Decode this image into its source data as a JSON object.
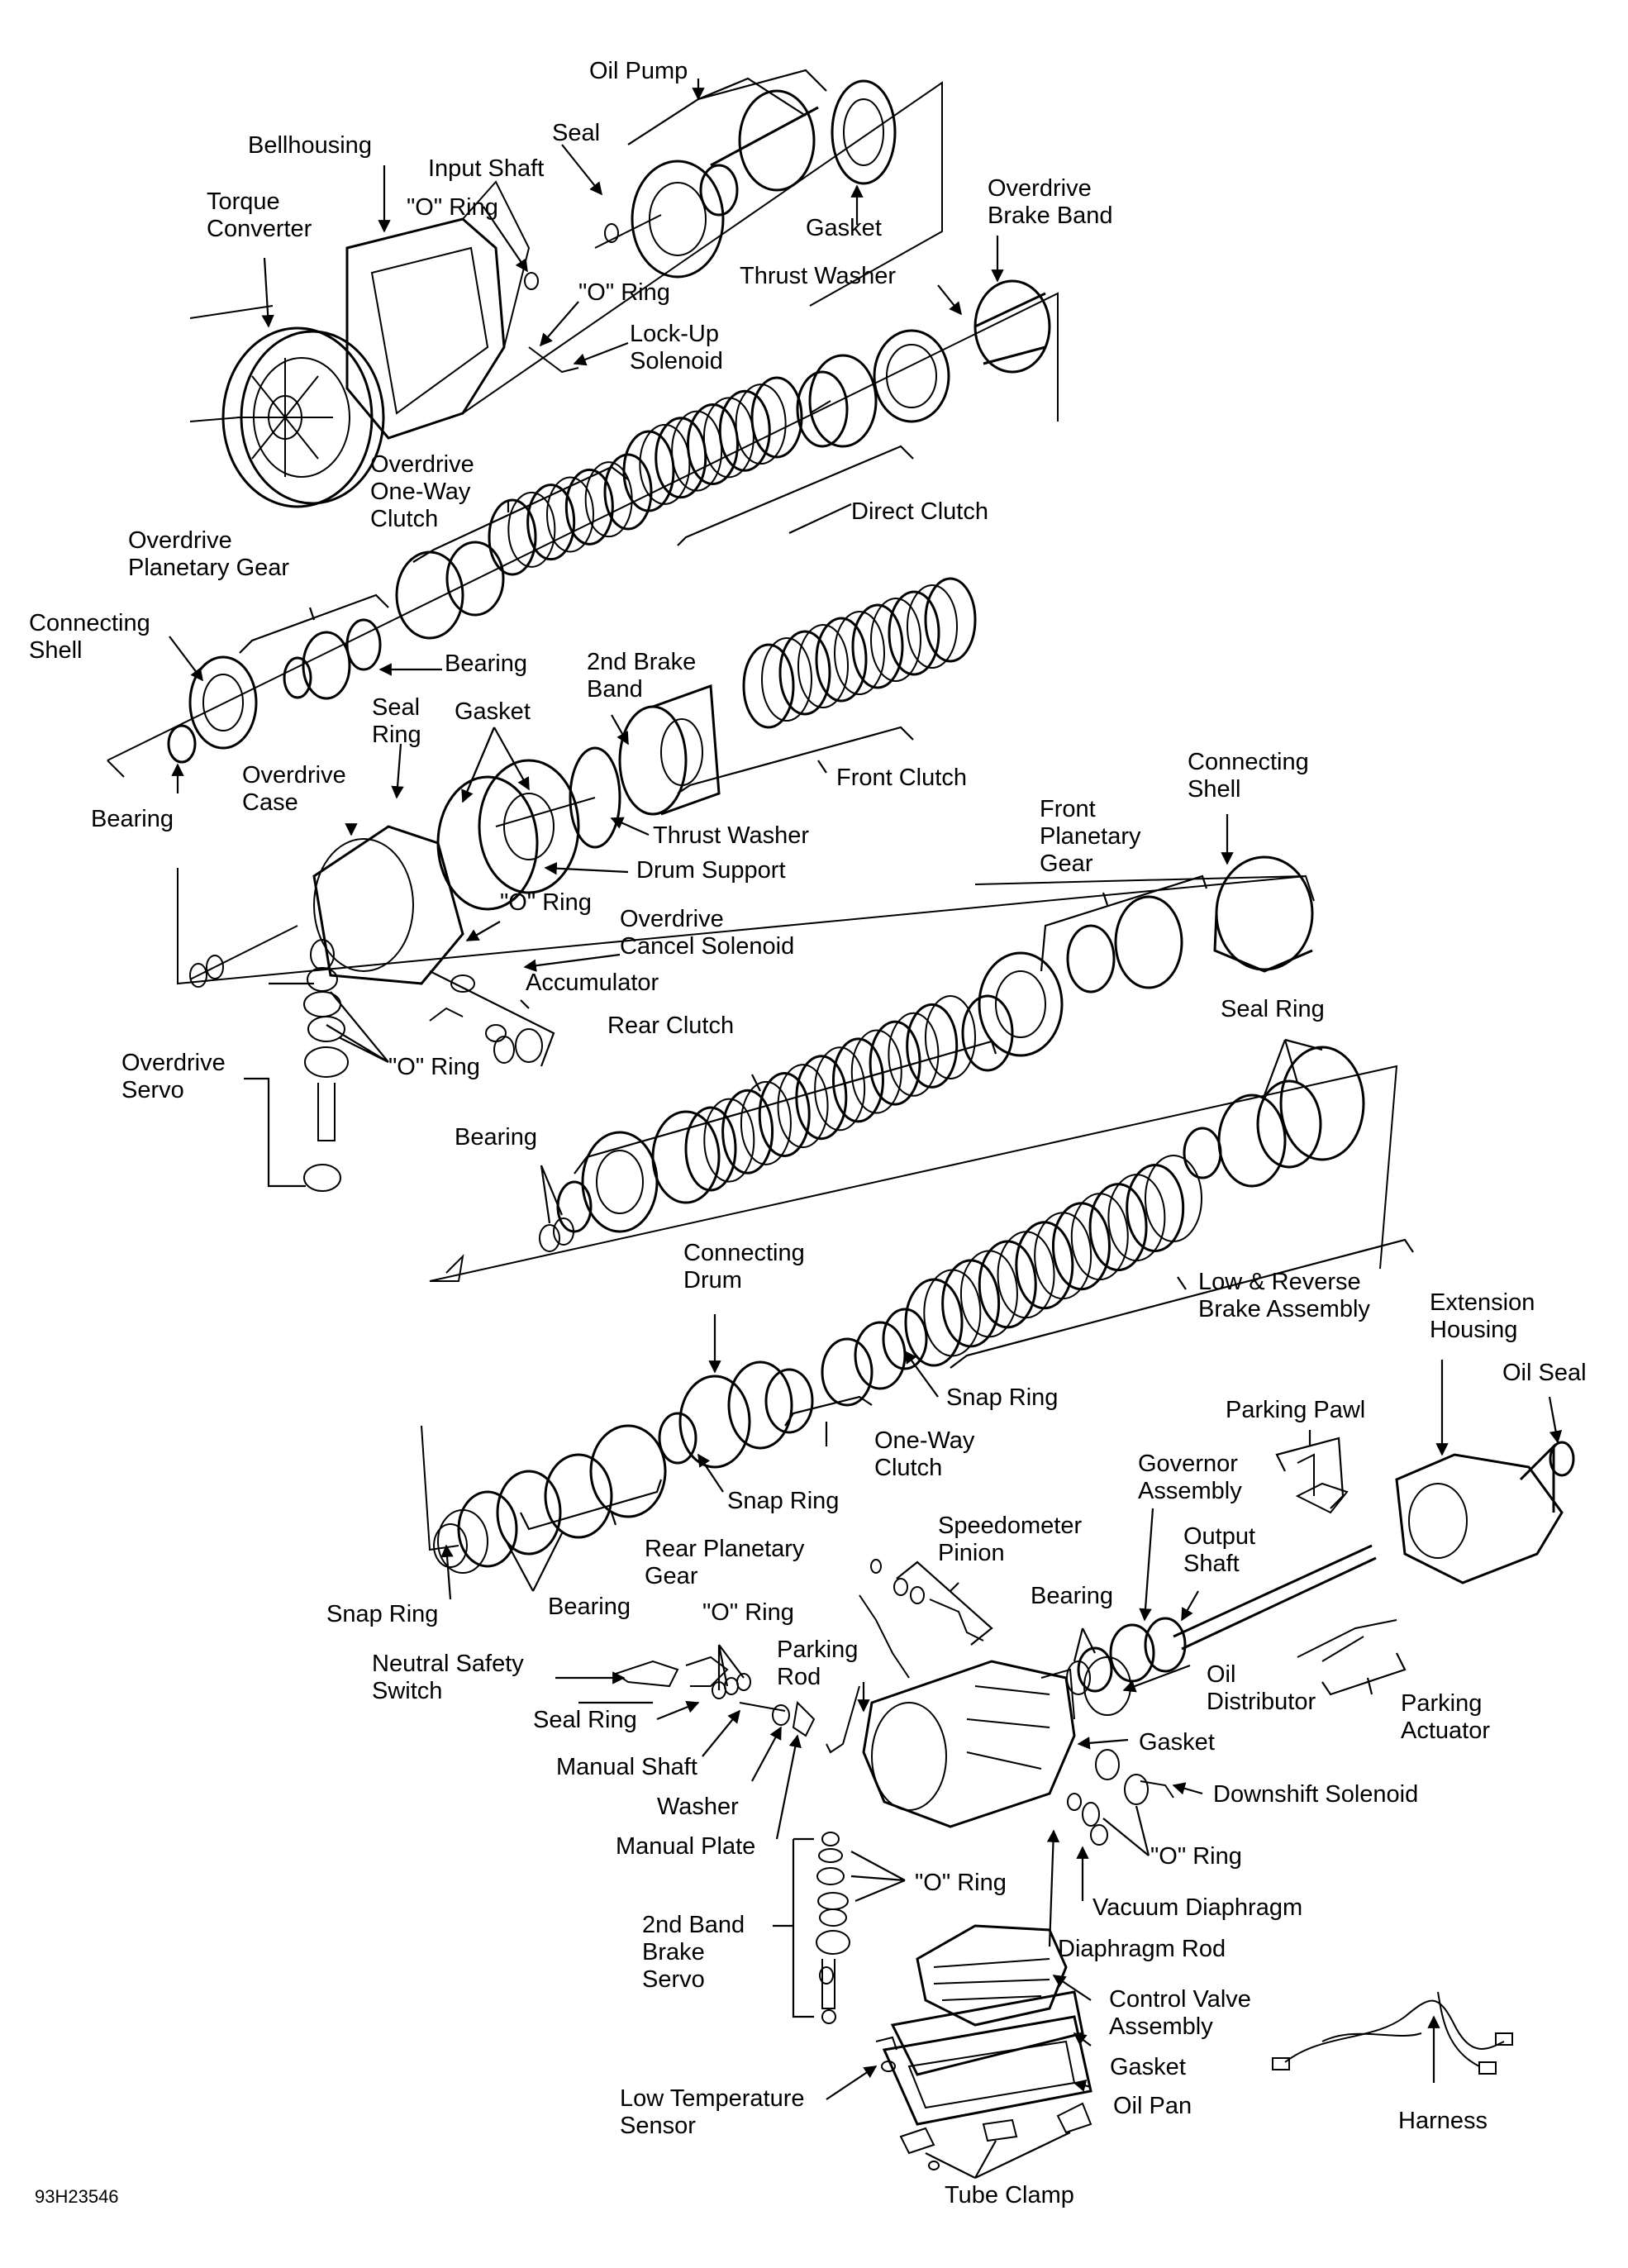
{
  "figure_code": "93H23546",
  "labels": {
    "oil_pump": "Oil Pump",
    "seal": "Seal",
    "bellhousing": "Bellhousing",
    "input_shaft": "Input Shaft",
    "o_ring_1": "\"O\" Ring",
    "torque_converter": "Torque\nConverter",
    "gasket_1": "Gasket",
    "overdrive_brake_band": "Overdrive\nBrake Band",
    "thrust_washer_1": "Thrust Washer",
    "o_ring_2": "\"O\" Ring",
    "lockup_solenoid": "Lock-Up\nSolenoid",
    "overdrive_one_way_clutch": "Overdrive\nOne-Way\nClutch",
    "direct_clutch": "Direct Clutch",
    "overdrive_planetary_gear": "Overdrive\nPlanetary Gear",
    "connecting_shell_1": "Connecting\nShell",
    "bearing_1": "Bearing",
    "second_brake_band": "2nd Brake\nBand",
    "seal_ring_1": "Seal\nRing",
    "gasket_2": "Gasket",
    "front_clutch": "Front Clutch",
    "bearing_2": "Bearing",
    "overdrive_case": "Overdrive\nCase",
    "thrust_washer_2": "Thrust Washer",
    "drum_support": "Drum Support",
    "connecting_shell_2": "Connecting\nShell",
    "front_planetary_gear": "Front\nPlanetary\nGear",
    "o_ring_3": "\"O\" Ring",
    "overdrive_cancel_solenoid": "Overdrive\nCancel Solenoid",
    "accumulator": "Accumulator",
    "rear_clutch": "Rear Clutch",
    "seal_ring_2": "Seal Ring",
    "overdrive_servo": "Overdrive\nServo",
    "o_ring_4": "\"O\" Ring",
    "bearing_3": "Bearing",
    "connecting_drum": "Connecting\nDrum",
    "low_reverse_brake": "Low & Reverse\nBrake Assembly",
    "extension_housing": "Extension\nHousing",
    "oil_seal": "Oil Seal",
    "snap_ring_1": "Snap Ring",
    "parking_pawl": "Parking Pawl",
    "one_way_clutch": "One-Way\nClutch",
    "snap_ring_2": "Snap Ring",
    "governor_assembly": "Governor\nAssembly",
    "output_shaft": "Output\nShaft",
    "rear_planetary_gear": "Rear Planetary\nGear",
    "speedometer_pinion": "Speedometer\nPinion",
    "snap_ring_3": "Snap Ring",
    "bearing_4": "Bearing",
    "bearing_5": "Bearing",
    "o_ring_5": "\"O\" Ring",
    "neutral_safety_switch": "Neutral Safety\nSwitch",
    "parking_rod": "Parking\nRod",
    "oil_distributor": "Oil\nDistributor",
    "parking_actuator": "Parking\nActuator",
    "seal_ring_3": "Seal Ring",
    "gasket_3": "Gasket",
    "manual_shaft": "Manual Shaft",
    "downshift_solenoid": "Downshift Solenoid",
    "washer": "Washer",
    "o_ring_6": "\"O\" Ring",
    "manual_plate": "Manual Plate",
    "vacuum_diaphragm": "Vacuum Diaphragm",
    "o_ring_7": "\"O\" Ring",
    "second_band_brake_servo": "2nd Band\nBrake\nServo",
    "diaphragm_rod": "Diaphragm Rod",
    "control_valve_assembly": "Control Valve\nAssembly",
    "gasket_4": "Gasket",
    "oil_pan": "Oil Pan",
    "harness": "Harness",
    "low_temperature_sensor": "Low Temperature\nSensor",
    "tube_clamp": "Tube Clamp"
  }
}
